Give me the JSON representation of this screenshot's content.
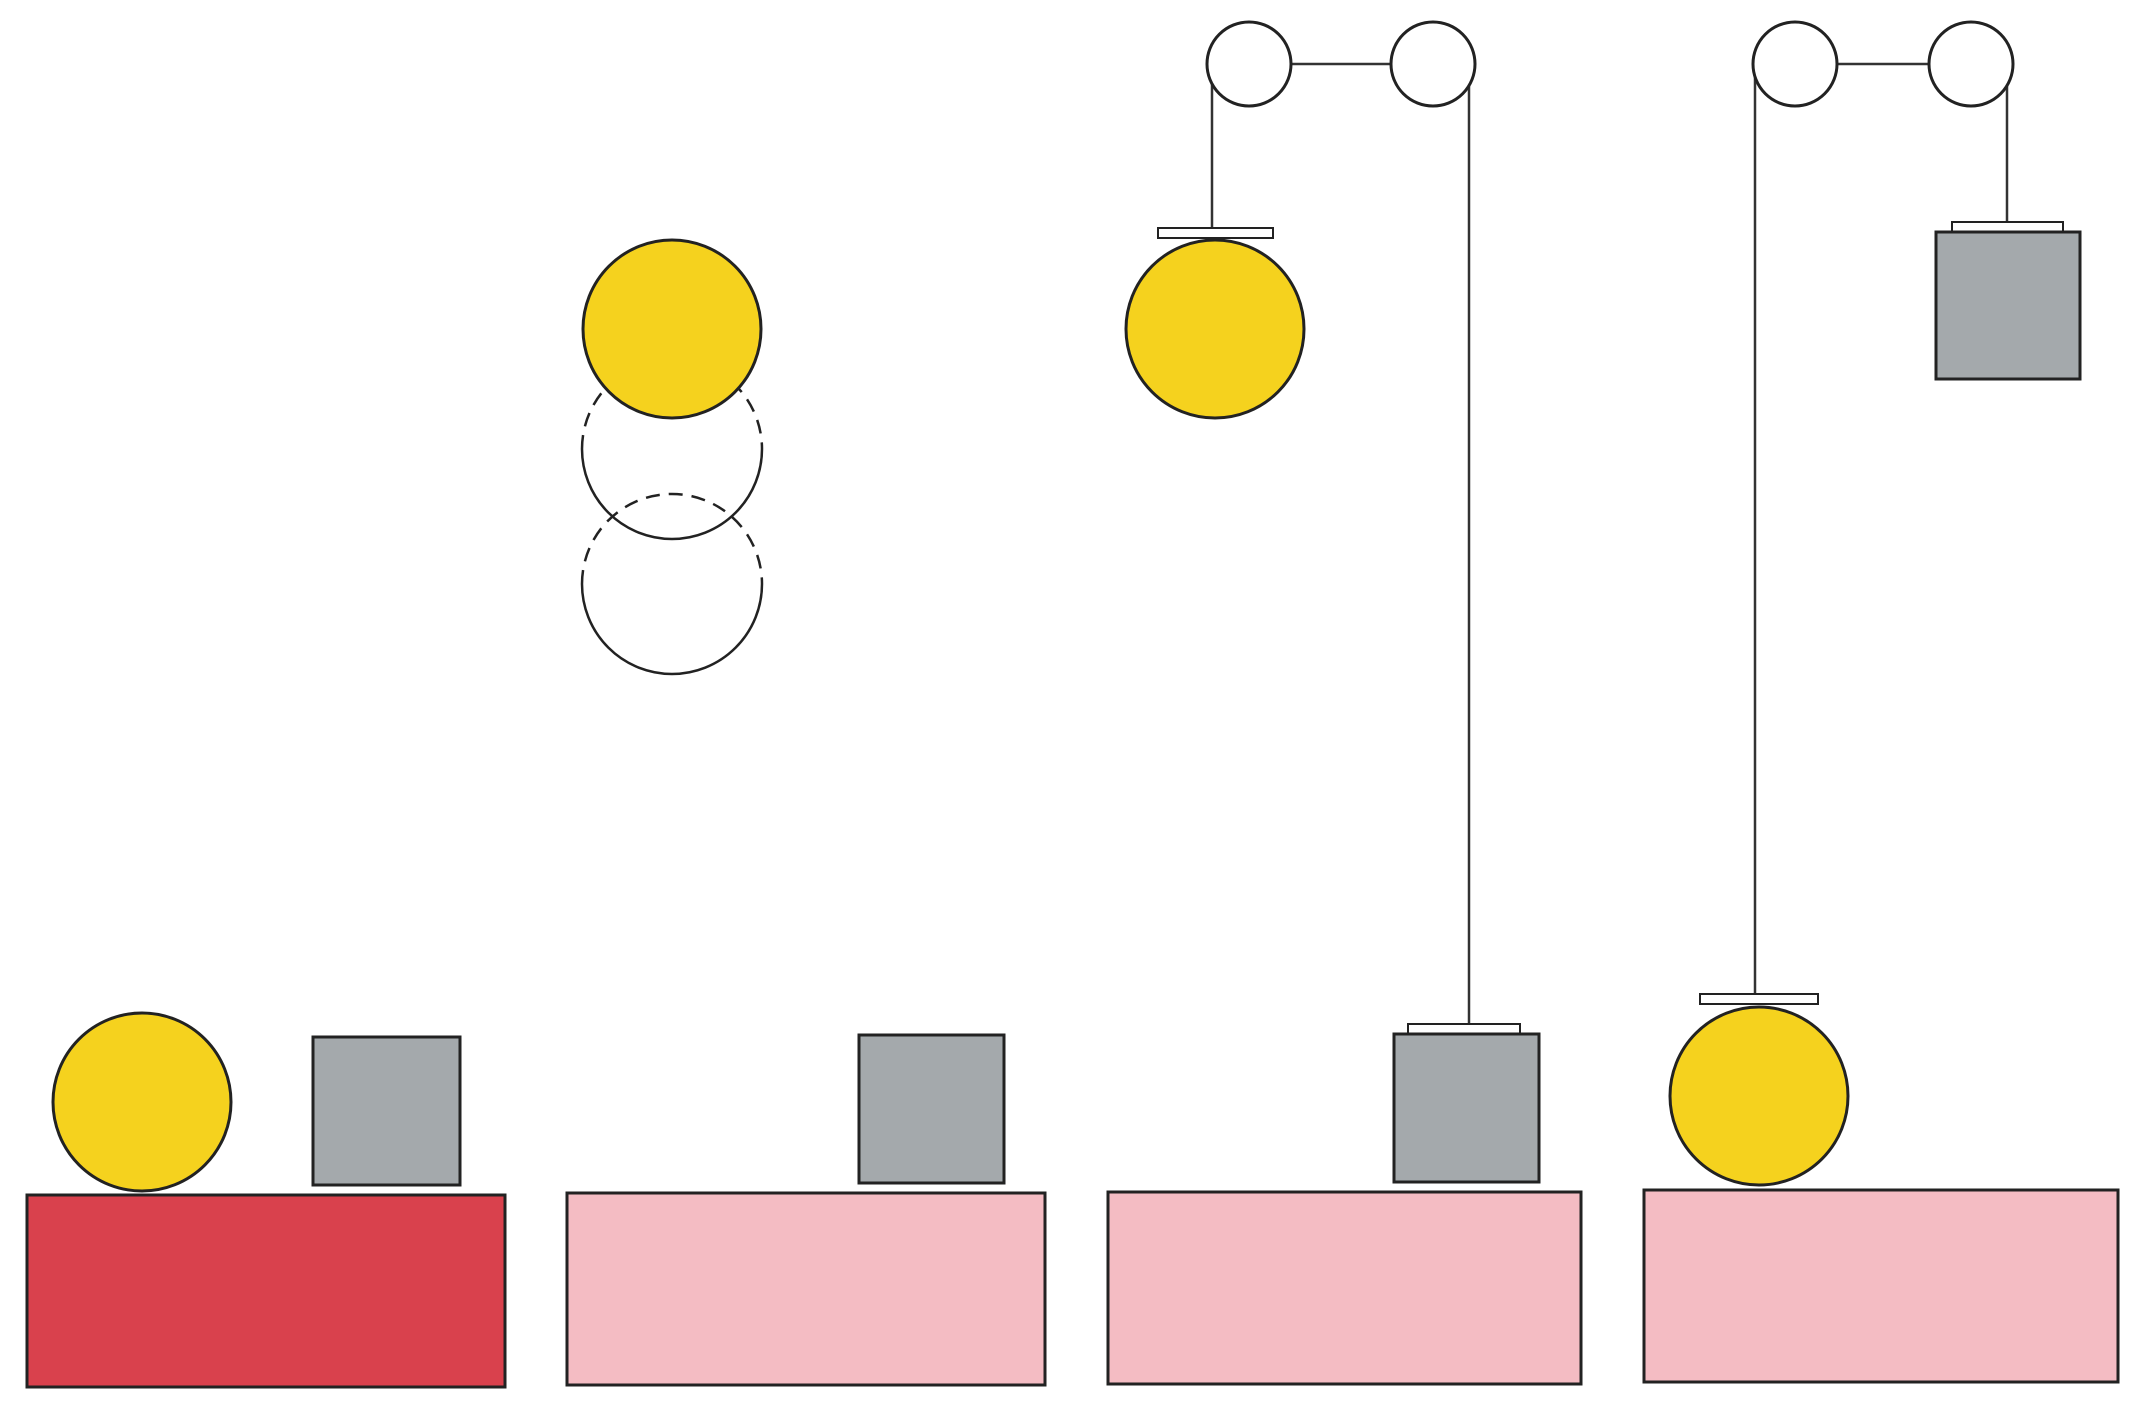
{
  "colors": {
    "background": "#ffffff",
    "outline": "#222222",
    "ball": "#f5d21e",
    "block": "#a4a9ac",
    "table_active": "#d9414d",
    "table_inactive": "#f4bcc3",
    "pulley": "#ffffff",
    "string": "#333333",
    "hook": "#ffffff"
  },
  "panels": [
    {
      "name": "panel-1",
      "table_state": "active",
      "objects": [
        "ball",
        "block"
      ]
    },
    {
      "name": "panel-2",
      "table_state": "inactive",
      "objects": [
        "falling-ball",
        "block"
      ]
    },
    {
      "name": "panel-3",
      "table_state": "inactive",
      "objects": [
        "pulley-ball",
        "pulley-block"
      ]
    },
    {
      "name": "panel-4",
      "table_state": "inactive",
      "objects": [
        "pulley-ball",
        "pulley-block"
      ]
    }
  ]
}
